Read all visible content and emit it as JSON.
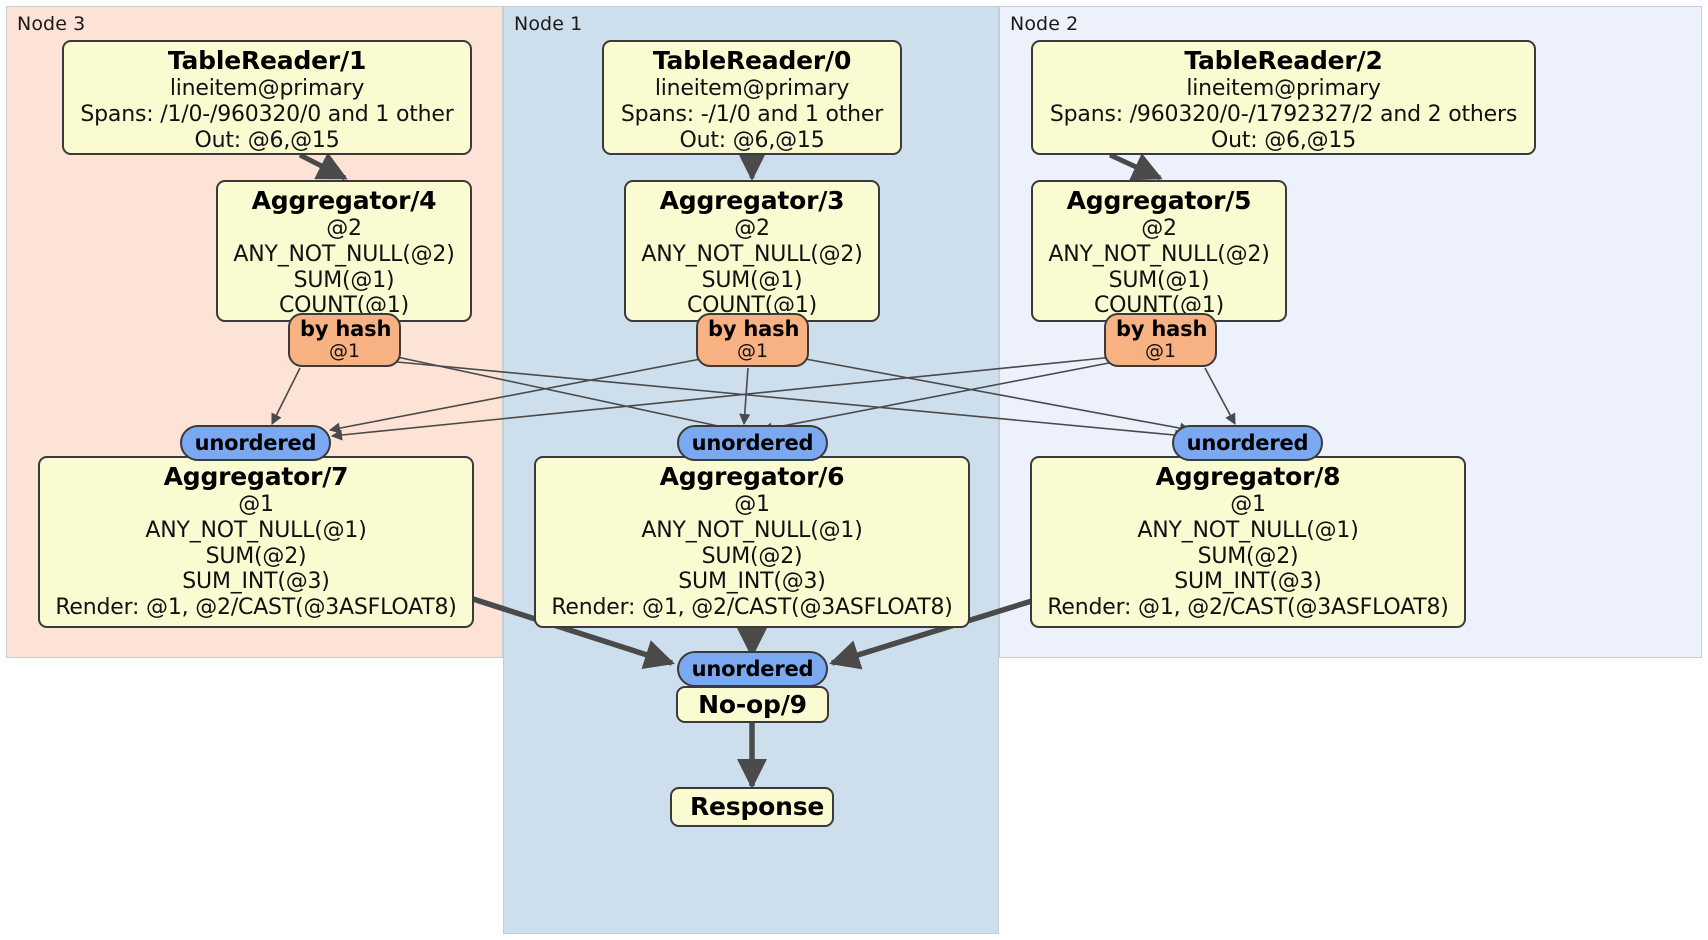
{
  "diagram": {
    "title": "DistSQL distributed query plan",
    "colors": {
      "node3_panel": "#fce3d6",
      "node1_panel": "#cddfec",
      "node2_panel": "#ecf1fb",
      "processor_fill": "#fbfbd2",
      "processor_stroke": "#3a3a3a",
      "hash_router": "#f8b183",
      "synchronizer": "#7aa9f2",
      "edge": "#4a4a4a"
    }
  },
  "nodes": [
    {
      "id": "node3",
      "label": "Node 3"
    },
    {
      "id": "node1",
      "label": "Node 1"
    },
    {
      "id": "node2",
      "label": "Node 2"
    }
  ],
  "processors": {
    "table_reader_1": {
      "title": "TableReader/1",
      "table": "lineitem@primary",
      "spans": "Spans: /1/0-/960320/0 and 1 other",
      "out": "Out: @6,@15"
    },
    "table_reader_0": {
      "title": "TableReader/0",
      "table": "lineitem@primary",
      "spans": "Spans: -/1/0 and 1 other",
      "out": "Out: @6,@15"
    },
    "table_reader_2": {
      "title": "TableReader/2",
      "table": "lineitem@primary",
      "spans": "Spans: /960320/0-/1792327/2 and 2 others",
      "out": "Out: @6,@15"
    },
    "aggregator_4": {
      "title": "Aggregator/4",
      "group": "@2",
      "agg1": "ANY_NOT_NULL(@2)",
      "agg2": "SUM(@1)",
      "agg3": "COUNT(@1)"
    },
    "aggregator_3": {
      "title": "Aggregator/3",
      "group": "@2",
      "agg1": "ANY_NOT_NULL(@2)",
      "agg2": "SUM(@1)",
      "agg3": "COUNT(@1)"
    },
    "aggregator_5": {
      "title": "Aggregator/5",
      "group": "@2",
      "agg1": "ANY_NOT_NULL(@2)",
      "agg2": "SUM(@1)",
      "agg3": "COUNT(@1)"
    },
    "aggregator_7": {
      "title": "Aggregator/7",
      "group": "@1",
      "agg1": "ANY_NOT_NULL(@1)",
      "agg2": "SUM(@2)",
      "agg3": "SUM_INT(@3)",
      "render": "Render: @1, @2/CAST(@3ASFLOAT8)"
    },
    "aggregator_6": {
      "title": "Aggregator/6",
      "group": "@1",
      "agg1": "ANY_NOT_NULL(@1)",
      "agg2": "SUM(@2)",
      "agg3": "SUM_INT(@3)",
      "render": "Render: @1, @2/CAST(@3ASFLOAT8)"
    },
    "aggregator_8": {
      "title": "Aggregator/8",
      "group": "@1",
      "agg1": "ANY_NOT_NULL(@1)",
      "agg2": "SUM(@2)",
      "agg3": "SUM_INT(@3)",
      "render": "Render: @1, @2/CAST(@3ASFLOAT8)"
    },
    "noop_9": {
      "title": "No-op/9"
    },
    "response": {
      "title": "Response"
    }
  },
  "routers": {
    "hash_left": {
      "kind": "by hash",
      "column": "@1"
    },
    "hash_center": {
      "kind": "by hash",
      "column": "@1"
    },
    "hash_right": {
      "kind": "by hash",
      "column": "@1"
    }
  },
  "synchronizers": {
    "sync_left": {
      "label": "unordered"
    },
    "sync_center": {
      "label": "unordered"
    },
    "sync_right": {
      "label": "unordered"
    },
    "sync_final": {
      "label": "unordered"
    }
  }
}
